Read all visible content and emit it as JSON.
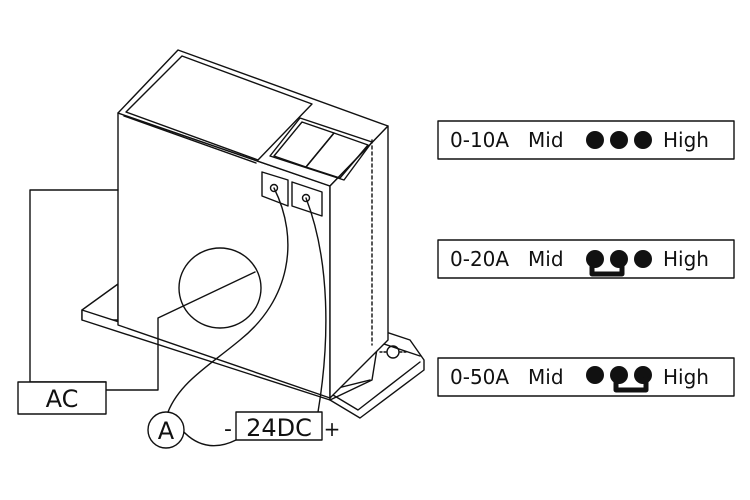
{
  "labels": {
    "ac": "AC",
    "ammeter": "A",
    "minus": "-",
    "supply": "24DC",
    "plus": "+"
  },
  "ranges": [
    {
      "range": "0-10A",
      "mid": "Mid",
      "high": "High",
      "jumper": "none"
    },
    {
      "range": "0-20A",
      "mid": "Mid",
      "high": "High",
      "jumper": "left-pair"
    },
    {
      "range": "0-50A",
      "mid": "Mid",
      "high": "High",
      "jumper": "right-pair"
    }
  ],
  "colors": {
    "line": "#111111",
    "background": "#ffffff"
  }
}
